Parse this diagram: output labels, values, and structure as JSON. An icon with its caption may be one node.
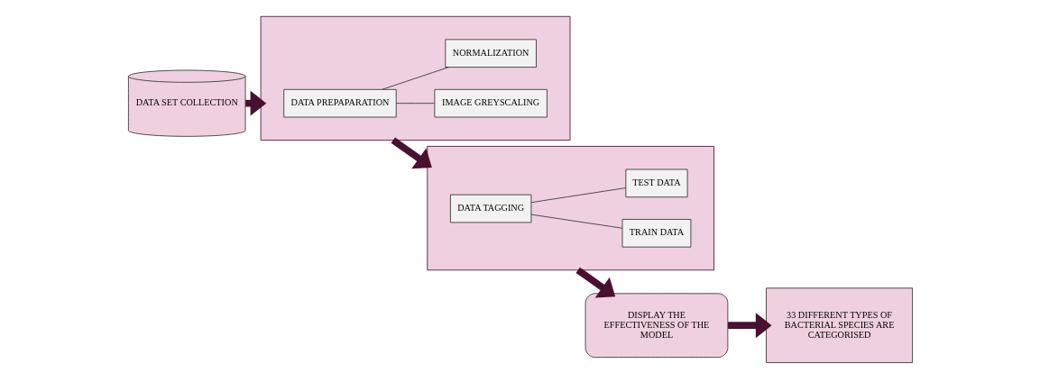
{
  "diagram": {
    "nodes": [
      {
        "text": [
          "DATA SET COLLECTION"
        ]
      },
      {
        "text": [],
        "shape": "box"
      },
      {
        "text": [
          "DATA PREPAPARATION"
        ],
        "in": 1
      },
      {
        "text": [
          "IMAGE GREYSCALING"
        ],
        "in": 1
      },
      {
        "text": [
          "NORMALIZATION"
        ],
        "in": 1
      },
      {
        "text": [],
        "shape": "box"
      },
      {
        "text": [
          "DATA TAGGING"
        ],
        "in": 5
      },
      {
        "text": [
          "TRAIN DATA"
        ],
        "in": 5
      },
      {
        "text": [
          "TEST DATA"
        ],
        "in": 5
      },
      {
        "text": [
          "DISPLAY THE EFFECTIVENESS OF THE MODEL"
        ]
      },
      {
        "text": [
          "33 DIFFERENT TYPES OF BACTERIAL SPECIES ARE CATEGORISED"
        ]
      }
    ],
    "edges": [
      {
        "from": 0,
        "to": 1,
        "arrow": "to",
        "style": "thick"
      },
      {
        "from": 2,
        "to": 3,
        "arrow": "none"
      },
      {
        "from": 2,
        "to": 4,
        "arrow": "none"
      },
      {
        "from": 1,
        "to": 5,
        "arrow": "to",
        "style": "thick"
      },
      {
        "from": 6,
        "to": 7,
        "arrow": "none"
      },
      {
        "from": 6,
        "to": 8,
        "arrow": "none"
      },
      {
        "from": 5,
        "to": 9,
        "arrow": "to",
        "style": "thick"
      },
      {
        "from": 9,
        "to": 10,
        "arrow": "to",
        "style": "thick"
      }
    ]
  }
}
